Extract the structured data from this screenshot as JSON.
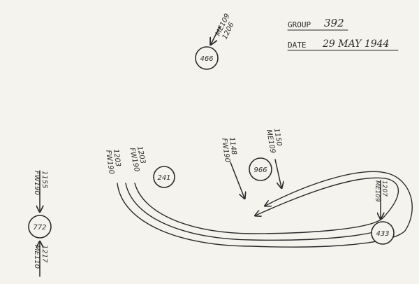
{
  "header": {
    "group_label": "GROUP",
    "group_value": "392",
    "date_label": "DATE",
    "date_value": "29 MAY 1944"
  },
  "circles": [
    {
      "id": "466-top",
      "label": "466"
    },
    {
      "id": "241",
      "label": "241"
    },
    {
      "id": "966",
      "label": "966"
    },
    {
      "id": "433",
      "label": "433"
    },
    {
      "id": "772",
      "label": "772"
    }
  ],
  "annotations": {
    "me109_1206": {
      "type": "ME109",
      "time": "1206"
    },
    "fw190_1203a": {
      "type": "FW190",
      "time": "1203"
    },
    "fw190_1203b": {
      "type": "FW190",
      "time": "1203"
    },
    "fw190_1148": {
      "type": "FW190",
      "time": "1148"
    },
    "me109_1150": {
      "type": "ME109",
      "time": "1150"
    },
    "me109_1207": {
      "type": "ME109",
      "time": "1207"
    },
    "fw190_1155": {
      "type": "FW190",
      "time": "1155"
    },
    "me110_1217": {
      "type": "ME110",
      "time": "1217"
    }
  }
}
